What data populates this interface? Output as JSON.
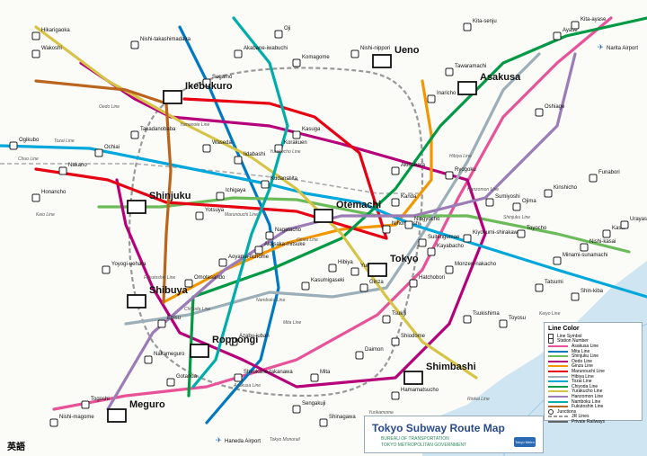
{
  "title": "Tokyo Subway Route Map",
  "publisher_1": "BUREAU OF TRANSPORTATION",
  "publisher_2": "TOKYO METROPOLITAN GOVERNMENT",
  "logo_text": "Tokyo Metro",
  "language_tag": "英語",
  "legend": {
    "title": "Line Color",
    "symbol_label": "Line Symbol",
    "station_label": "Station Number",
    "junction_label": "Junctions",
    "jr_label": "JR Lines",
    "private_label": "Private Railways",
    "lines": [
      {
        "name": "Asakusa Line",
        "color": "#e85298"
      },
      {
        "name": "Mita Line",
        "color": "#0079c2"
      },
      {
        "name": "Shinjuku Line",
        "color": "#6cbb5a"
      },
      {
        "name": "Oedo Line",
        "color": "#b6007a"
      },
      {
        "name": "Ginza Line",
        "color": "#f39700"
      },
      {
        "name": "Marunouchi Line",
        "color": "#e60012"
      },
      {
        "name": "Hibiya Line",
        "color": "#9caeb7"
      },
      {
        "name": "Tozai Line",
        "color": "#00a7db"
      },
      {
        "name": "Chiyoda Line",
        "color": "#009944"
      },
      {
        "name": "Yurakucho Line",
        "color": "#d7c447"
      },
      {
        "name": "Hanzomon Line",
        "color": "#9b7cb6"
      },
      {
        "name": "Namboku Line",
        "color": "#00ada9"
      },
      {
        "name": "Fukutoshin Line",
        "color": "#bb641d"
      }
    ]
  },
  "major_stations": [
    {
      "name": "Ikebukuro"
    },
    {
      "name": "Ueno"
    },
    {
      "name": "Asakusa"
    },
    {
      "name": "Shinjuku"
    },
    {
      "name": "Otemachi"
    },
    {
      "name": "Tokyo"
    },
    {
      "name": "Shibuya"
    },
    {
      "name": "Roppongi"
    },
    {
      "name": "Shimbashi"
    },
    {
      "name": "Meguro"
    }
  ],
  "stations": [
    {
      "name": "Kita-senju"
    },
    {
      "name": "Nishi-nippori"
    },
    {
      "name": "Komagome"
    },
    {
      "name": "Oji"
    },
    {
      "name": "Sugamo"
    },
    {
      "name": "Kasuga"
    },
    {
      "name": "Iidabashi"
    },
    {
      "name": "Korakuen"
    },
    {
      "name": "Akihabara"
    },
    {
      "name": "Kanda"
    },
    {
      "name": "Nihombashi"
    },
    {
      "name": "Ginza"
    },
    {
      "name": "Yurakucho"
    },
    {
      "name": "Hibiya"
    },
    {
      "name": "Kasumigaseki"
    },
    {
      "name": "Akasaka-mitsuke"
    },
    {
      "name": "Aoyama-itchome"
    },
    {
      "name": "Omotesando"
    },
    {
      "name": "Ebisu"
    },
    {
      "name": "Nakano"
    },
    {
      "name": "Ochiai"
    },
    {
      "name": "Kinshicho"
    },
    {
      "name": "Oshiage"
    },
    {
      "name": "Ryogoku"
    },
    {
      "name": "Monzen-nakacho"
    },
    {
      "name": "Tsukishima"
    },
    {
      "name": "Toyosu"
    },
    {
      "name": "Daimon"
    },
    {
      "name": "Shirokane-takanawa"
    },
    {
      "name": "Mita"
    },
    {
      "name": "Gotanda"
    },
    {
      "name": "Nakameguro"
    },
    {
      "name": "Yoyogi-uehara"
    },
    {
      "name": "Kudanshita"
    },
    {
      "name": "Ichigaya"
    },
    {
      "name": "Yotsuya"
    },
    {
      "name": "Nagatacho"
    },
    {
      "name": "Tsukiji"
    },
    {
      "name": "Hatchobori"
    },
    {
      "name": "Kayabacho"
    },
    {
      "name": "Nishi-kasai"
    },
    {
      "name": "Kasai"
    },
    {
      "name": "Urayasu"
    },
    {
      "name": "Funabori"
    },
    {
      "name": "Ojima"
    },
    {
      "name": "Sumiyoshi"
    },
    {
      "name": "Kiyosumi-shirakawa"
    },
    {
      "name": "Shin-kiba"
    },
    {
      "name": "Tatsumi"
    },
    {
      "name": "Shiodome"
    },
    {
      "name": "Hamamatsucho"
    },
    {
      "name": "Shinagawa"
    },
    {
      "name": "Wakoshi"
    },
    {
      "name": "Hikarigaoka"
    },
    {
      "name": "Ogikubo"
    },
    {
      "name": "Honancho"
    },
    {
      "name": "Takadanobaba"
    },
    {
      "name": "Waseda"
    },
    {
      "name": "Akabane-iwabuchi"
    },
    {
      "name": "Nishi-takashimadaira"
    },
    {
      "name": "Ayase"
    },
    {
      "name": "Kita-ayase"
    },
    {
      "name": "Minami-sunamachi"
    },
    {
      "name": "Toyocho"
    },
    {
      "name": "Nishi-magome"
    },
    {
      "name": "Sengakuji"
    },
    {
      "name": "Togoshi"
    },
    {
      "name": "Azabu-juban"
    },
    {
      "name": "Suitengumae"
    },
    {
      "name": "Ningyocho"
    },
    {
      "name": "Inaricho"
    },
    {
      "name": "Tawaramachi"
    }
  ],
  "line_labels": [
    {
      "text": "Ginza Line"
    },
    {
      "text": "Marunouchi Line"
    },
    {
      "text": "Tozai Line"
    },
    {
      "text": "Oedo Line"
    },
    {
      "text": "Chiyoda Line"
    },
    {
      "text": "Hanzomon Line"
    },
    {
      "text": "Yurakucho Line"
    },
    {
      "text": "Namboku Line"
    },
    {
      "text": "Asakusa Line"
    },
    {
      "text": "Mita Line"
    },
    {
      "text": "Shinjuku Line"
    },
    {
      "text": "Hibiya Line"
    },
    {
      "text": "Fukutoshin Line"
    },
    {
      "text": "Yamanote Line"
    },
    {
      "text": "Chuo Line"
    },
    {
      "text": "Rinkai Line"
    },
    {
      "text": "Yurikamome"
    },
    {
      "text": "Keiyo Line"
    },
    {
      "text": "Tokyo Monorail"
    },
    {
      "text": "Keio Line"
    }
  ],
  "airports": [
    {
      "name": "Haneda Airport"
    },
    {
      "name": "Narita Airport"
    }
  ]
}
